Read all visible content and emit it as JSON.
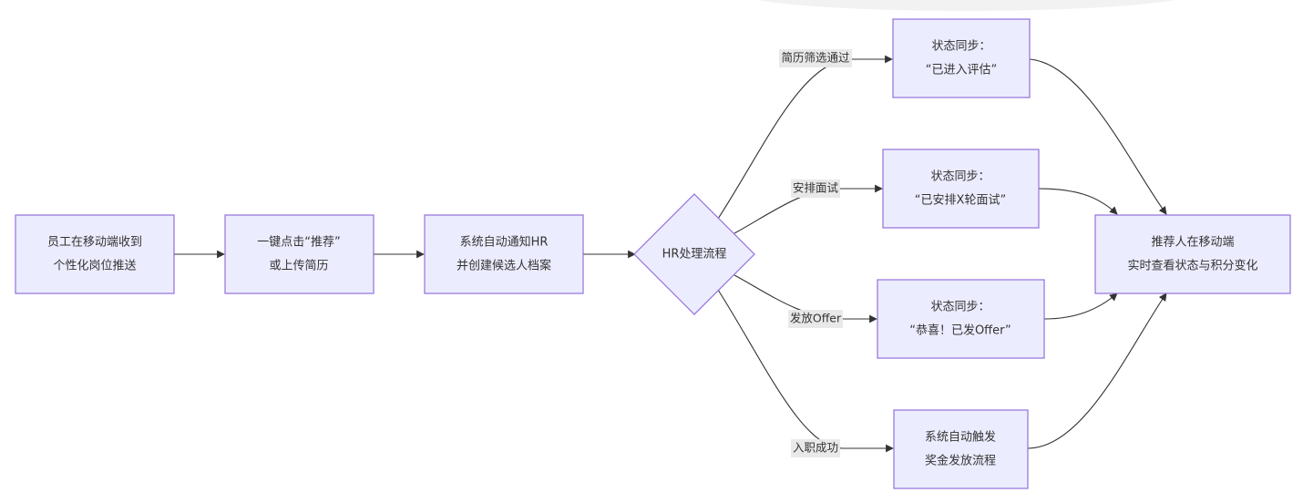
{
  "nodes": {
    "receive": {
      "lines": [
        "员工在移动端收到",
        "个性化岗位推送"
      ]
    },
    "recommend": {
      "lines": [
        "一键点击“推荐”",
        "或上传简历"
      ]
    },
    "notify": {
      "lines": [
        "系统自动通知HR",
        "并创建候选人档案"
      ]
    },
    "hr_process": {
      "lines": [
        "HR处理流程"
      ]
    },
    "status_eval": {
      "lines": [
        "状态同步：",
        "“已进入评估”"
      ]
    },
    "status_interview": {
      "lines": [
        "状态同步：",
        "“已安排X轮面试”"
      ]
    },
    "status_offer": {
      "lines": [
        "状态同步：",
        "“恭喜！已发Offer”"
      ]
    },
    "bonus": {
      "lines": [
        "系统自动触发",
        "奖金发放流程"
      ]
    },
    "view": {
      "lines": [
        "推荐人在移动端",
        "实时查看状态与积分变化"
      ]
    }
  },
  "edge_labels": {
    "screen_pass": "简历筛选通过",
    "arrange_interview": "安排面试",
    "send_offer": "发放Offer",
    "onboard": "入职成功"
  },
  "colors": {
    "node_fill": "#ECECFF",
    "node_stroke": "#9370DB",
    "edge": "#333333",
    "label_bg": "#E8E8E8"
  }
}
